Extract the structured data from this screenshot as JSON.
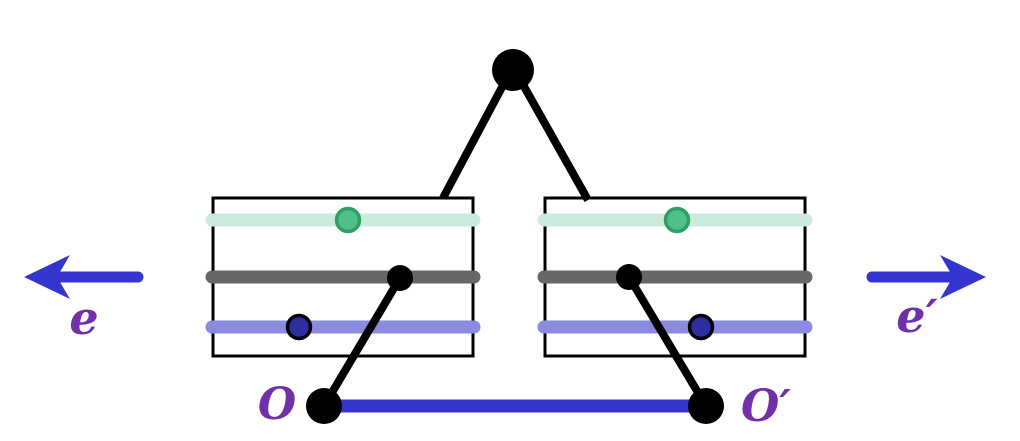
{
  "labels": {
    "direction_left": "e",
    "direction_right": "e′",
    "basepoint_left": "O",
    "basepoint_right": "O′"
  },
  "colors": {
    "background": "#ffffff",
    "black": "#000000",
    "mint_bar": "#cdebdc",
    "gray_bar": "#676767",
    "periwinkle_bar": "#8a8ae0",
    "green_dot_fill": "#4fc08c",
    "green_dot_border": "#2f9f63",
    "navy_dot_fill": "#2d2d9e",
    "blue_accent": "#3434cf",
    "label_purple": "#7230a8"
  },
  "structure": {
    "apex": "black vertex dot joined by two edges to the tops of the two blocks",
    "blocks": [
      {
        "side": "left",
        "strands": [
          {
            "color_key": "mint_bar",
            "marker": "green-dot"
          },
          {
            "color_key": "gray_bar",
            "marker": "black-dot"
          },
          {
            "color_key": "periwinkle_bar",
            "marker": "navy-dot"
          }
        ]
      },
      {
        "side": "right",
        "strands": [
          {
            "color_key": "mint_bar",
            "marker": "green-dot"
          },
          {
            "color_key": "gray_bar",
            "marker": "black-dot"
          },
          {
            "color_key": "periwinkle_bar",
            "marker": "navy-dot"
          }
        ]
      }
    ],
    "baseline": "thick blue segment joining bottom points O and O′, each linked by a black edge to the black dot on the gray strand of its block",
    "arrows": "blue arrow pointing left labeled e, blue arrow pointing right labeled e′"
  }
}
